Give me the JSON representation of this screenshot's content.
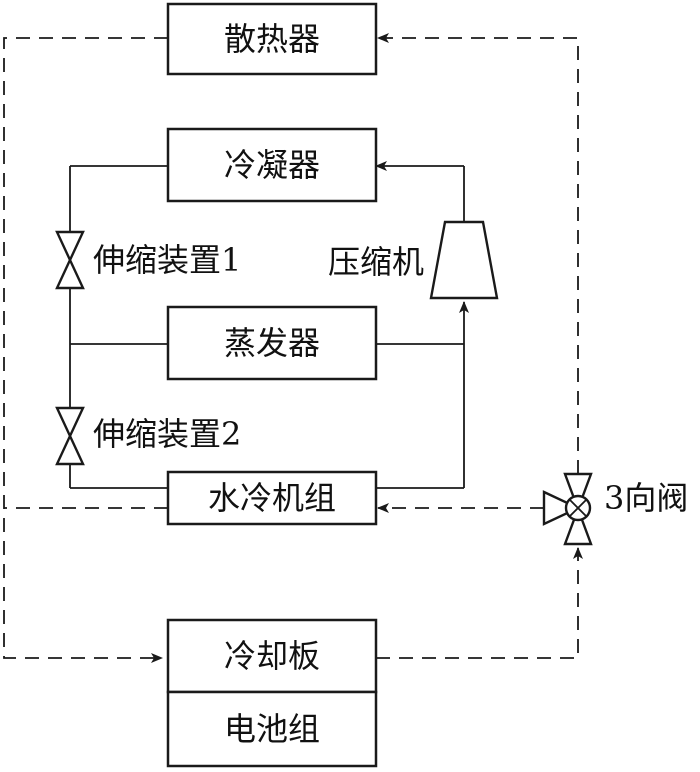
{
  "components": {
    "radiator": "散热器",
    "condenser": "冷凝器",
    "evaporator": "蒸发器",
    "chiller": "水冷机组",
    "cold_plate": "冷却板",
    "battery_pack": "电池组"
  },
  "labels": {
    "expansion_valve_1": "伸缩装置1",
    "expansion_valve_2": "伸缩装置2",
    "compressor": "压缩机",
    "three_way_valve": "3向阀"
  }
}
